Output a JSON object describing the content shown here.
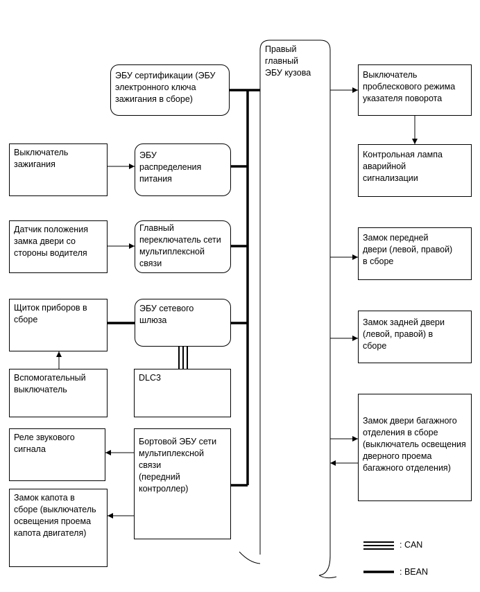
{
  "blocks": {
    "main_ecu": "Правый\nглавный\nЭБУ кузова",
    "cert_ecu": "ЭБУ сертификации (ЭБУ\nэлектронного ключа\nзажигания в сборе)",
    "ign_switch": "Выключатель\nзажигания",
    "power_ecu": "ЭБУ\nраспределения\nпитания",
    "door_sensor": "Датчик положения\nзамка двери со\nстороны водителя",
    "master_switch": "Главный\nпереключатель сети\nмультиплексной\nсвязи",
    "meter": "Щиток приборов в\nсборе",
    "gateway": "ЭБУ сетевого\nшлюза",
    "aux_switch": "Вспомогательный\nвыключатель",
    "dlc3": "DLC3",
    "horn_relay": "Реле звукового\nсигнала",
    "mpx_ecu": "Бортовой ЭБУ сети\nмультиплексной связи\n(передний контроллер)",
    "hood_lock": "Замок капота в\nсборе (выключатель\nосвещения проема\nкапота двигателя)",
    "flash_switch": "Выключатель\nпроблескового режима\nуказателя поворота",
    "hazard_lamp": "Контрольная лампа\nаварийной\nсигнализации",
    "front_door_lock": "Замок передней\nдвери (левой, правой)\nв сборе",
    "rear_door_lock": "Замок задней двери\n(левой, правой) в\nсборе",
    "lug_door_lock": "Замок двери багажного\nотделения в сборе\n(выключатель освещения\nдверного проема\nбагажного отделения)"
  },
  "legend": {
    "can": ": CAN",
    "bean": ": BEAN"
  },
  "colors": {
    "line": "#000000",
    "background": "#ffffff"
  }
}
